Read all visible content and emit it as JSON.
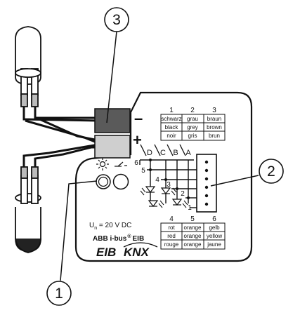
{
  "callouts": [
    "1",
    "2",
    "3"
  ],
  "polarity": {
    "minus": "–",
    "plus": "+"
  },
  "wire_letters": [
    "D",
    "C",
    "B",
    "A"
  ],
  "pin_numbers": [
    "1",
    "2",
    "3",
    "4",
    "5",
    "6"
  ],
  "table_top": {
    "headers": [
      "1",
      "2",
      "3"
    ],
    "rows": [
      [
        "schwarz",
        "grau",
        "braun"
      ],
      [
        "black",
        "grey",
        "brown"
      ],
      [
        "noir",
        "gris",
        "brun"
      ]
    ]
  },
  "table_bottom": {
    "headers": [
      "4",
      "5",
      "6"
    ],
    "rows": [
      [
        "rot",
        "orange",
        "gelb"
      ],
      [
        "red",
        "orange",
        "yellow"
      ],
      [
        "rouge",
        "orange",
        "jaune"
      ]
    ]
  },
  "voltage": {
    "prefix": "U",
    "subscript": "n",
    "rest": " = 20 V DC"
  },
  "brand": {
    "abb": "ABB i-bus",
    "reg": "®",
    "eib": "EIB"
  },
  "logos": {
    "eib": "EIB",
    "knx": "KNX"
  },
  "icons": [
    "sun-icon",
    "prog-icon",
    "led-icon",
    "diode-icon"
  ]
}
